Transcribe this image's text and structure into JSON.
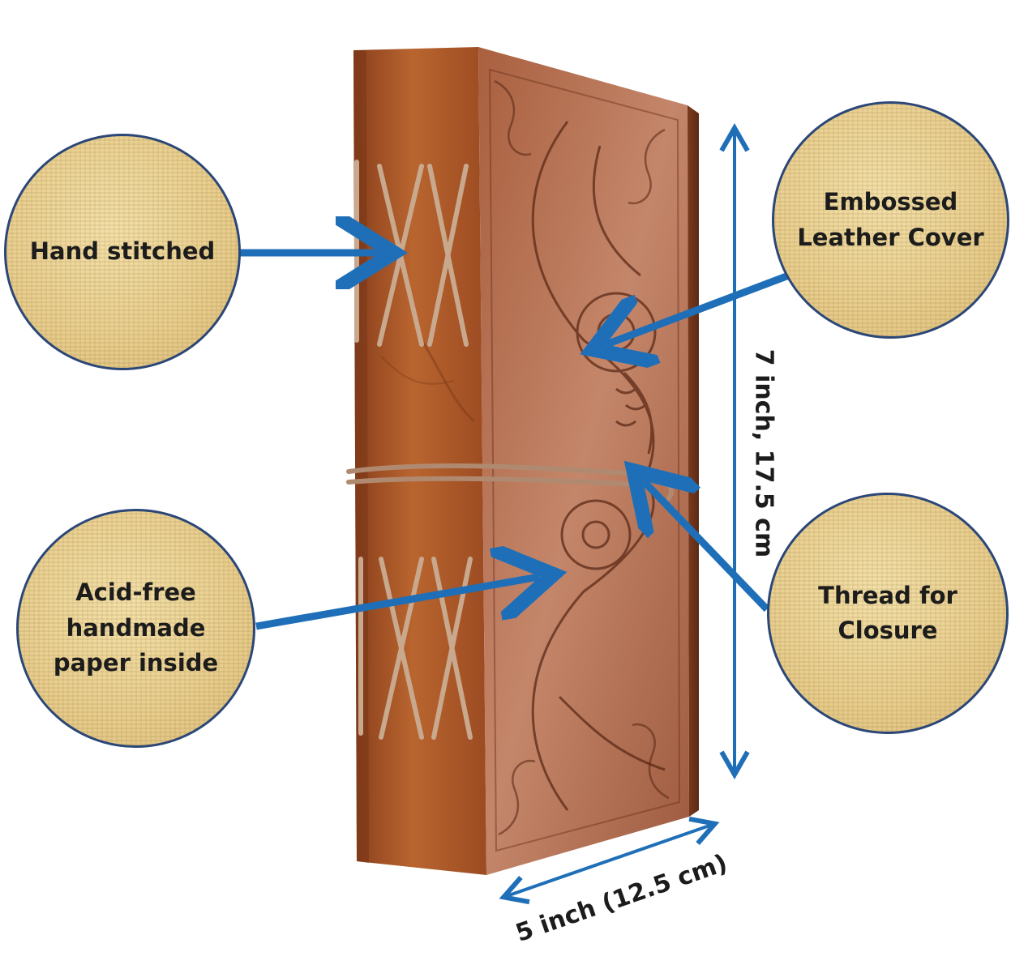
{
  "callouts": {
    "hand_stitched": "Hand stitched",
    "embossed_cover": "Embossed\nLeather Cover",
    "acid_free_paper": "Acid-free\nhandmade\npaper inside",
    "thread_closure": "Thread for\nClosure"
  },
  "dimensions": {
    "height": "7 inch, 17.5 cm",
    "width": "5 inch  (12.5 cm)"
  },
  "colors": {
    "arrow": "#1f6fb8",
    "badge_border": "#2b4777",
    "leather_spine": "#a8572c",
    "leather_cover": "#b87456"
  }
}
